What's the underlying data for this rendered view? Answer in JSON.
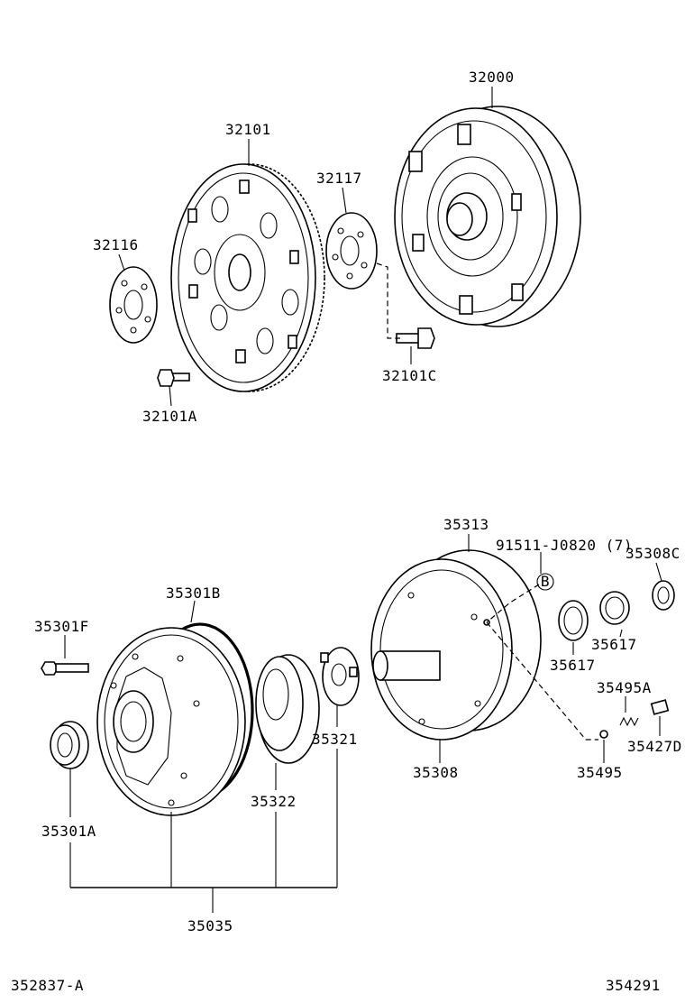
{
  "labels": {
    "p32000": "32000",
    "p32101": "32101",
    "p32117": "32117",
    "p32116": "32116",
    "p32101c": "32101C",
    "p32101a": "32101A",
    "p35313": "35313",
    "p91511": "91511-J0820 (7)",
    "p35308c": "35308C",
    "p35301b": "35301B",
    "p35301f": "35301F",
    "p35617a": "35617",
    "p35617b": "35617",
    "p35495a": "35495A",
    "p35321": "35321",
    "p35427d": "35427D",
    "p35322": "35322",
    "p35308": "35308",
    "p35495": "35495",
    "p35301a": "35301A",
    "p35035": "35035",
    "ref_b": "B",
    "code_left": "352837-A",
    "code_right": "354291"
  }
}
